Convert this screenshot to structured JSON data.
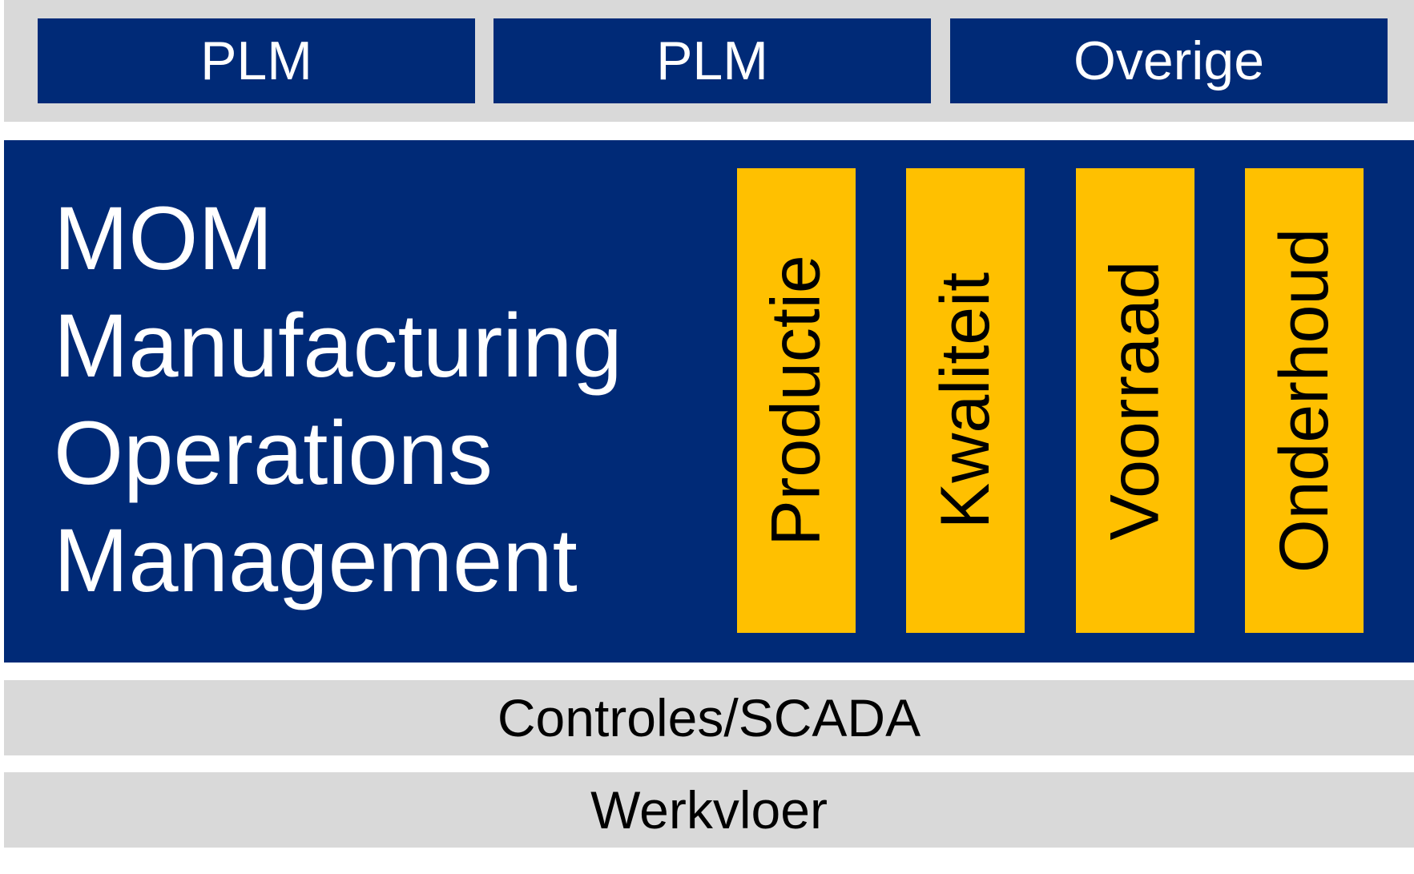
{
  "top_systems": [
    "PLM",
    "PLM",
    "Overige"
  ],
  "mom": {
    "title_lines": [
      "MOM",
      "Manufacturing",
      "Operations",
      "Management"
    ],
    "pillars": [
      "Productie",
      "Kwaliteit",
      "Voorraad",
      "Onderhoud"
    ]
  },
  "layers": {
    "control": "Controles/SCADA",
    "floor": "Werkvloer"
  },
  "colors": {
    "navy": "#002a77",
    "gold": "#ffc000",
    "gray": "#d9d9d9"
  }
}
